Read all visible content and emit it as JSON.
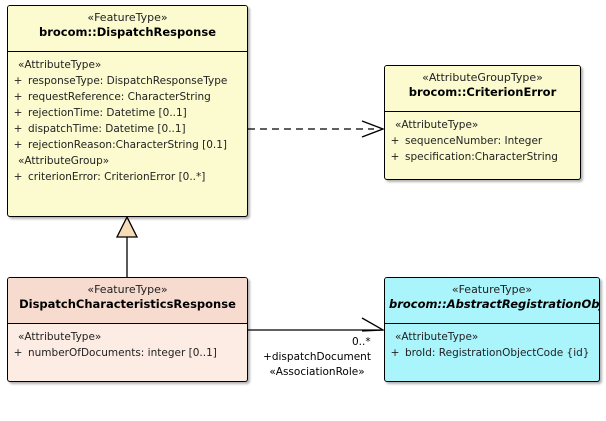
{
  "diagram": {
    "type": "uml-class-diagram",
    "background": "#ffffff",
    "colors": {
      "yellow_fill": "#fbfbcf",
      "peach_fill": "#fdece3",
      "peach_header": "#f6dbce",
      "cyan_fill": "#aaf4fb",
      "line": "#000000",
      "generalization_arrow_fill": "#f7ddb5"
    }
  },
  "classes": {
    "dispatch_response": {
      "stereotype": "«FeatureType»",
      "name": "brocom::DispatchResponse",
      "groups": [
        {
          "stereotype": "«AttributeType»",
          "attributes": [
            {
              "visibility": "+",
              "text": "responseType: DispatchResponseType"
            },
            {
              "visibility": "+",
              "text": "requestReference: CharacterString"
            },
            {
              "visibility": "+",
              "text": "rejectionTime: Datetime [0..1]"
            },
            {
              "visibility": "+",
              "text": "dispatchTime: Datetime [0..1]"
            },
            {
              "visibility": "+",
              "text": "rejectionReason:CharacterString [0.1]"
            }
          ]
        },
        {
          "stereotype": "«AttributeGroup»",
          "attributes": [
            {
              "visibility": "+",
              "text": "criterionError: CriterionError [0..*]"
            }
          ]
        }
      ]
    },
    "criterion_error": {
      "stereotype": "«AttributeGroupType»",
      "name": "brocom::CriterionError",
      "groups": [
        {
          "stereotype": "«AttributeType»",
          "attributes": [
            {
              "visibility": "+",
              "text": "sequenceNumber: Integer"
            },
            {
              "visibility": "+",
              "text": "specification:CharacterString"
            }
          ]
        }
      ]
    },
    "dispatch_characteristics_response": {
      "stereotype": "«FeatureType»",
      "name": "DispatchCharacteristicsResponse",
      "groups": [
        {
          "stereotype": "«AttributeType»",
          "attributes": [
            {
              "visibility": "+",
              "text": "numberOfDocuments: integer [0..1]"
            }
          ]
        }
      ]
    },
    "abstract_registration_object": {
      "stereotype": "«FeatureType»",
      "name": "brocom::AbstractRegistrationObject",
      "abstract": true,
      "groups": [
        {
          "stereotype": "«AttributeType»",
          "attributes": [
            {
              "visibility": "+",
              "text": "broId: RegistrationObjectCode {id}"
            }
          ]
        }
      ]
    }
  },
  "relationships": {
    "dependency": {
      "kind": "dependency",
      "style": "dashed-open-arrow",
      "from": "brocom::DispatchResponse",
      "to": "brocom::CriterionError"
    },
    "generalization": {
      "kind": "generalization",
      "style": "solid-hollow-triangle",
      "from": "DispatchCharacteristicsResponse",
      "to": "brocom::DispatchResponse"
    },
    "association": {
      "kind": "association",
      "style": "solid-open-arrow",
      "from": "DispatchCharacteristicsResponse",
      "to": "brocom::AbstractRegistrationObject",
      "multiplicity": "0..*",
      "role": "+dispatchDocument",
      "stereotype": "«AssociationRole»"
    }
  }
}
